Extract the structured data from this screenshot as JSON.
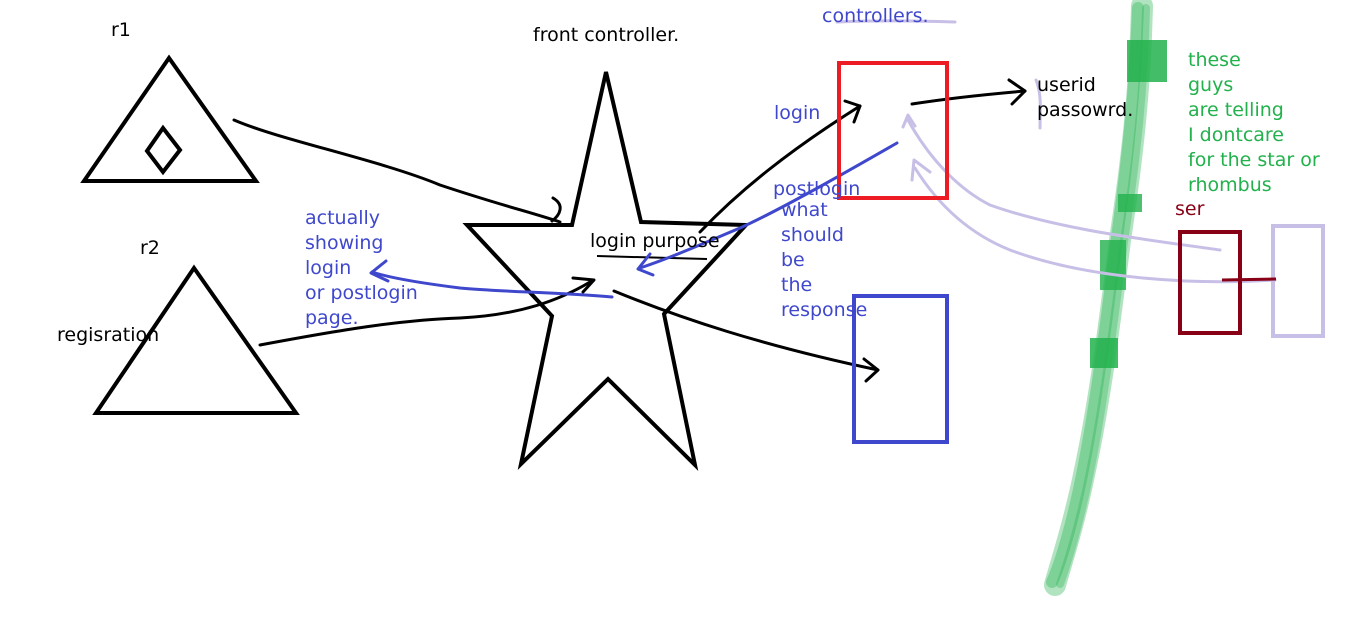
{
  "labels": {
    "r1": "r1",
    "r2": "r2",
    "registration": "regisration",
    "front_controller": "front controller.",
    "login_purpose": "login purpose",
    "controllers": "controllers.",
    "login": "login",
    "postlogin": "postlogin",
    "userid": "userid",
    "password": "passowrd.",
    "ser": "ser",
    "actually_showing": "actually\nshowing\nlogin\nor postlogin\npage.",
    "what_should": "what\nshould\nbe\nthe\nresponse",
    "these_guys": "these\nguys\nare telling\nI dontcare\nfor the star or\nrhombus"
  },
  "colors": {
    "black": "#000000",
    "blue": "#3f48cc",
    "red": "#ed1c24",
    "green": "#22b14c",
    "dark_red": "#880015",
    "lavender": "#c8bfe7"
  }
}
